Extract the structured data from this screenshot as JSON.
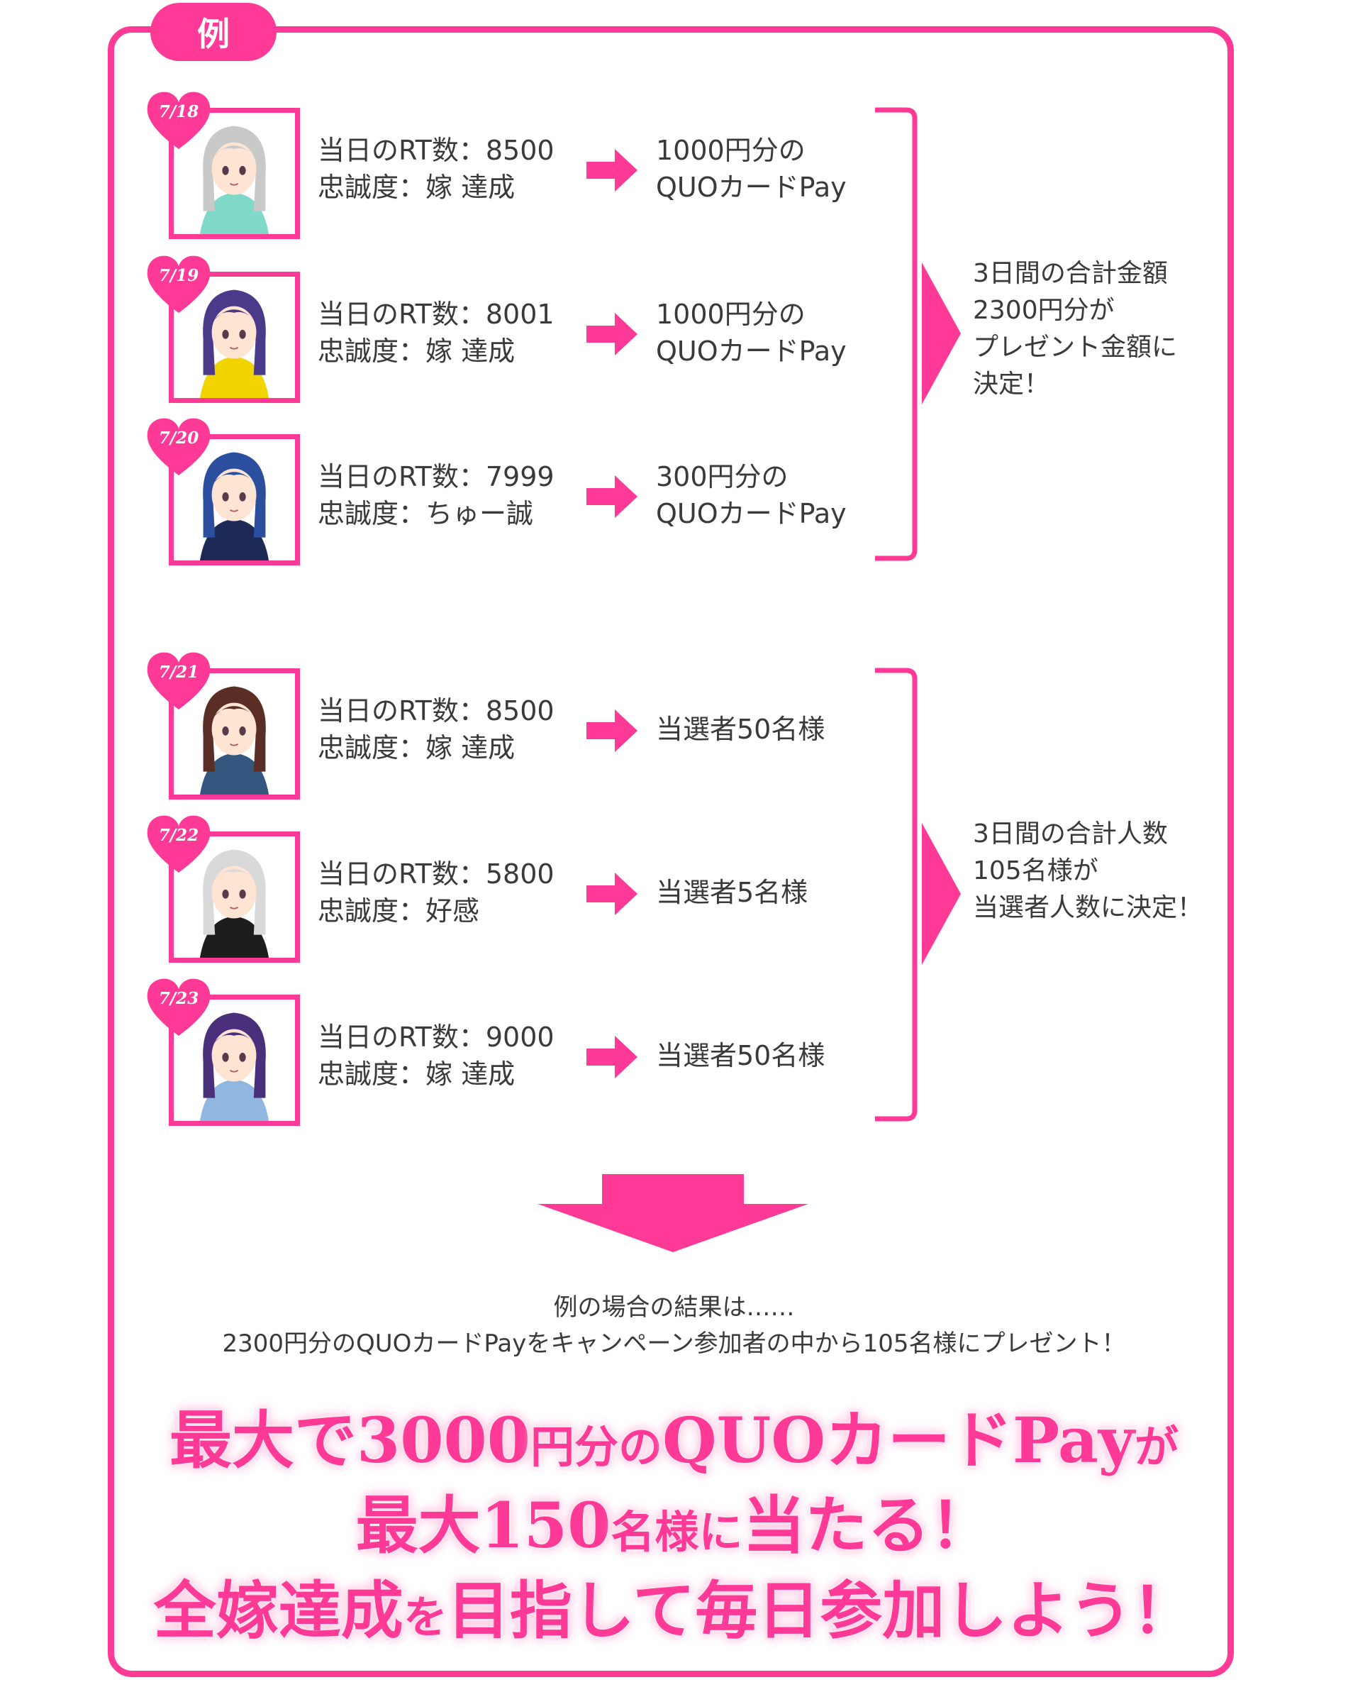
{
  "tab_label": "例",
  "accent_color": "#ff3a96",
  "days": [
    {
      "date": "7/18",
      "rt": "当日のRT数：8500",
      "loyalty": "忠誠度：嫁 達成",
      "result1": "1000円分の",
      "result2": "QUOカードPay",
      "icon": "silver-hair-character-portrait"
    },
    {
      "date": "7/19",
      "rt": "当日のRT数：8001",
      "loyalty": "忠誠度：嫁 達成",
      "result1": "1000円分の",
      "result2": "QUOカードPay",
      "icon": "tiger-hood-character-portrait"
    },
    {
      "date": "7/20",
      "rt": "当日のRT数：7999",
      "loyalty": "忠誠度：ちゅー誠",
      "result1": "300円分の",
      "result2": "QUOカードPay",
      "icon": "blue-hair-character-portrait"
    },
    {
      "date": "7/21",
      "rt": "当日のRT数：8500",
      "loyalty": "忠誠度：嫁 達成",
      "result1": "当選者50名様",
      "result2": "",
      "icon": "brown-hair-character-portrait"
    },
    {
      "date": "7/22",
      "rt": "当日のRT数：5800",
      "loyalty": "忠誠度：好感",
      "result1": "当選者5名様",
      "result2": "",
      "icon": "masked-ninja-character-portrait"
    },
    {
      "date": "7/23",
      "rt": "当日のRT数：9000",
      "loyalty": "忠誠度：嫁 達成",
      "result1": "当選者50名様",
      "result2": "",
      "icon": "purple-hair-character-portrait"
    }
  ],
  "group1_total": [
    "3日間の合計金額",
    "2300円分が",
    "プレゼント金額に",
    "決定！"
  ],
  "group2_total": [
    "3日間の合計人数",
    "105名様が",
    "当選者人数に決定！"
  ],
  "summary": {
    "line1": "例の場合の結果は……",
    "line2": "2300円分のQUOカードPayをキャンペーン参加者の中から105名様にプレゼント！"
  },
  "headline": {
    "line1_a": "最大で3000",
    "line1_b": "円分の",
    "line1_c": "QUOカードPay",
    "line1_d": "が",
    "line2_a": "最大150",
    "line2_b": "名様に",
    "line2_c": "当たる！",
    "line3_a": "全嫁達成",
    "line3_b": "を",
    "line3_c": "目指して毎日参加しよう！"
  }
}
